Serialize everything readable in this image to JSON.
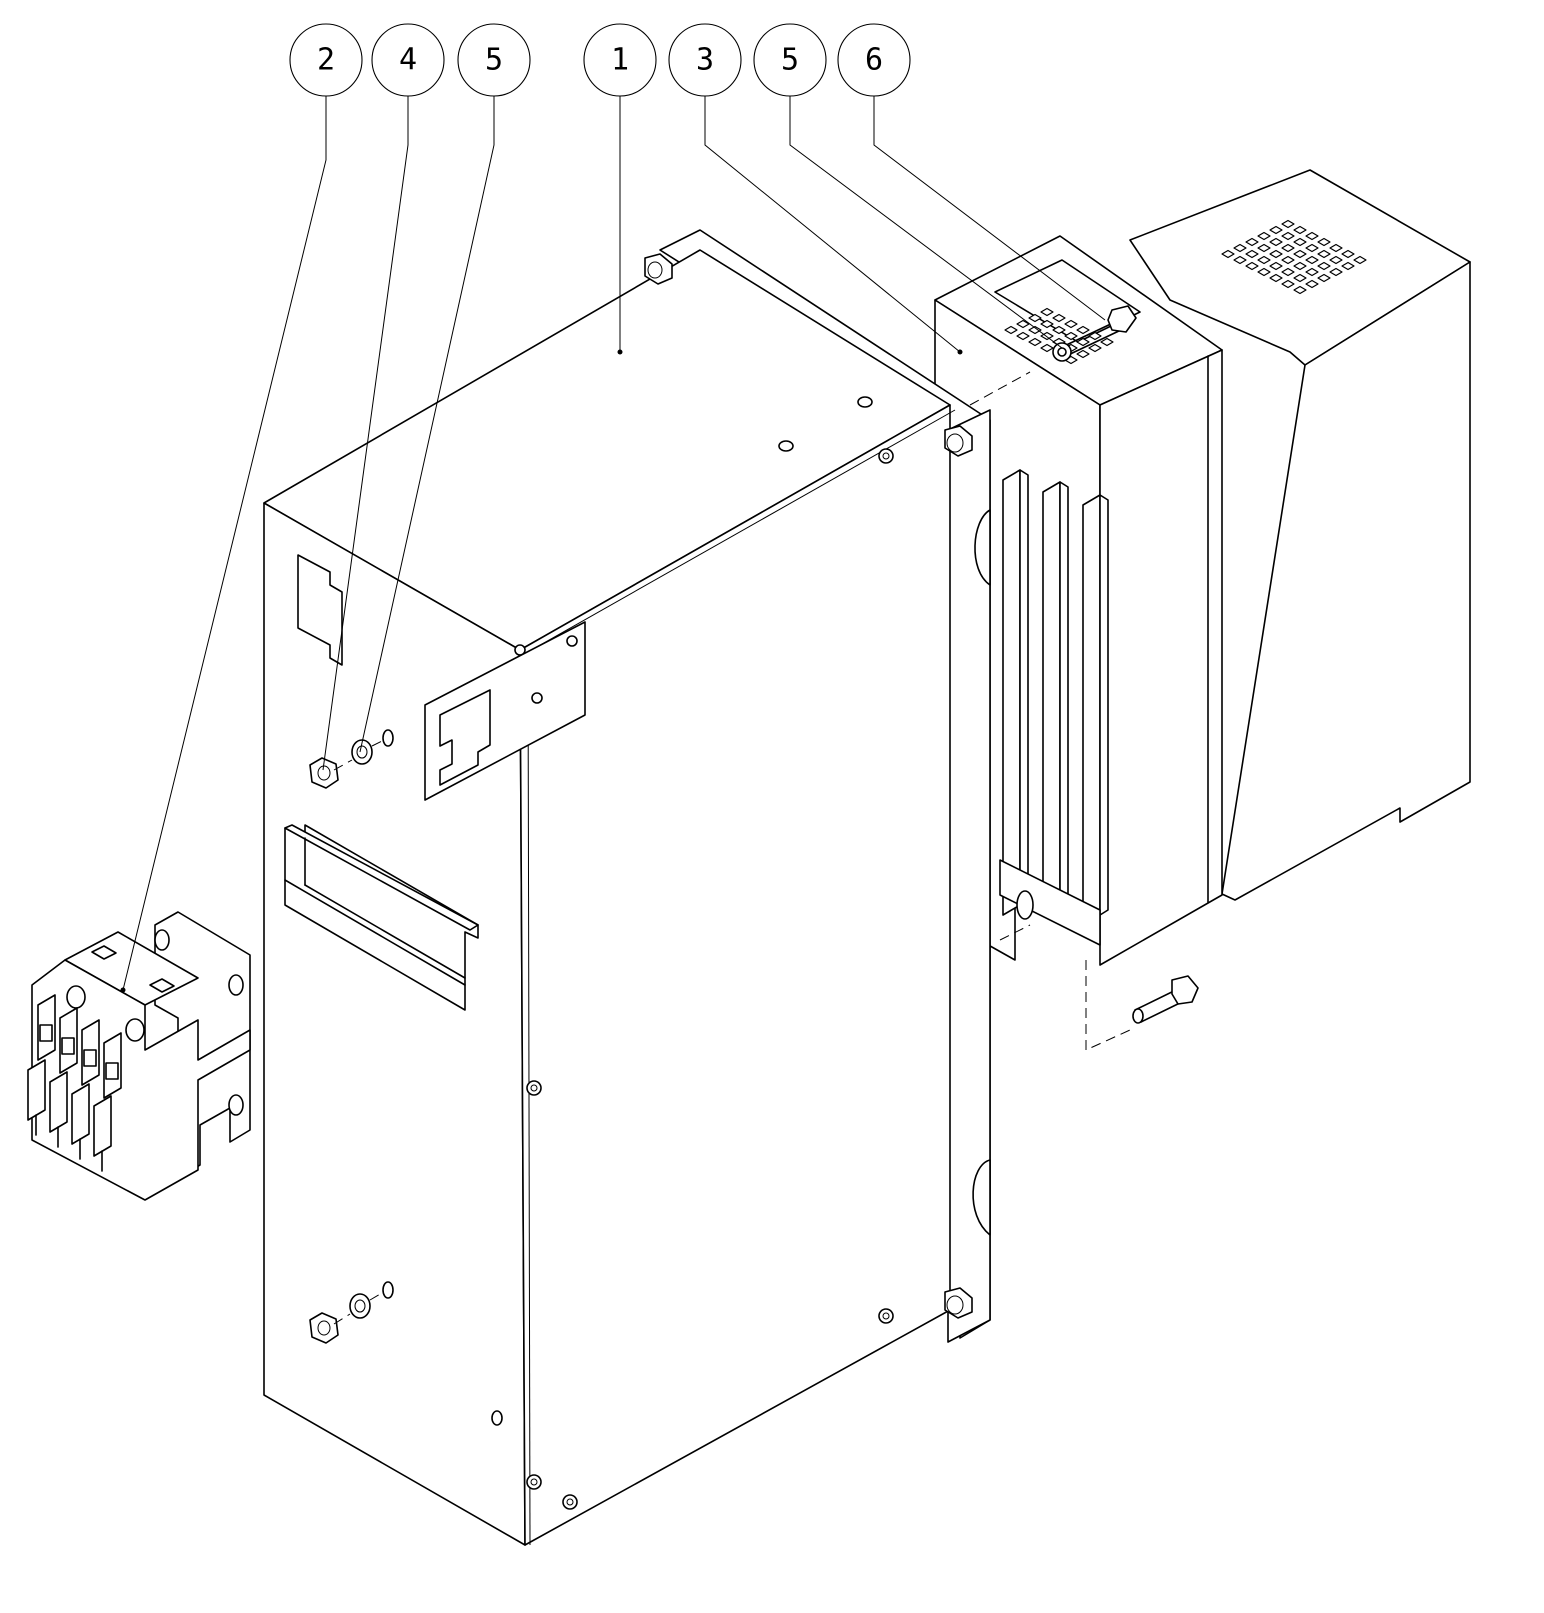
{
  "balloons": [
    {
      "id": "b1",
      "label": "2"
    },
    {
      "id": "b2",
      "label": "4"
    },
    {
      "id": "b3",
      "label": "5"
    },
    {
      "id": "b4",
      "label": "1"
    },
    {
      "id": "b5",
      "label": "3"
    },
    {
      "id": "b6",
      "label": "5"
    },
    {
      "id": "b7",
      "label": "6"
    }
  ]
}
